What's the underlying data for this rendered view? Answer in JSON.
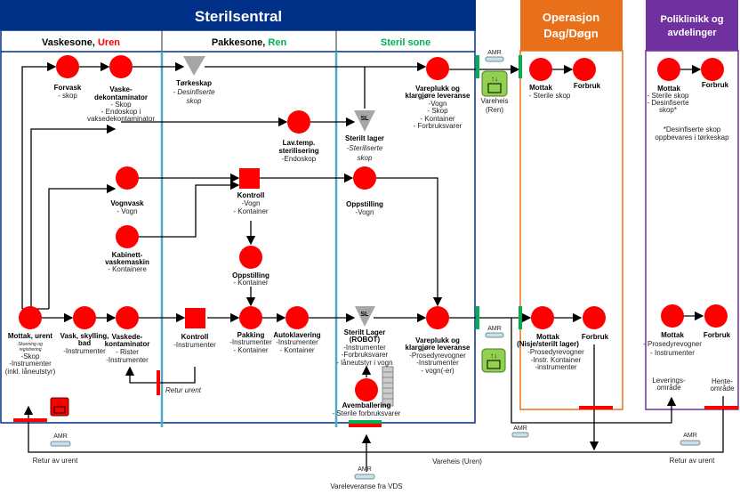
{
  "title": "Sterilsentral",
  "zones": {
    "vask": "Vaskesone, ",
    "vask_tag": "Uren",
    "pakke": "Pakkesone, ",
    "pakke_tag": "Ren",
    "steril": "Steril sone"
  },
  "operasjon": {
    "title1": "Operasjon",
    "title2": "Dag/Døgn",
    "top": {
      "mottak": "Mottak",
      "mottak_items": [
        "- Sterile skop"
      ],
      "forbruk": "Forbruk"
    },
    "bottom": {
      "mottak": "Mottak",
      "mottak_sub": "(Nisje/sterilt lager)",
      "mottak_items": [
        "-Prosedyrevogner",
        "-Instr. Kontainer",
        "-instrumenter"
      ],
      "forbruk": "Forbruk"
    }
  },
  "poliklinikk": {
    "title1": "Poliklinikk og",
    "title2": "avdelinger",
    "top": {
      "mottak": "Mottak",
      "mottak_items": [
        "- Sterile skop",
        "- Desinfiserte",
        "skop*"
      ],
      "forbruk": "Forbruk",
      "note": [
        "*Desinfiserte skop",
        "oppbevares i tørkeskap"
      ]
    },
    "bottom": {
      "mottak": "Mottak",
      "mottak_items": [
        "- Prosedyrevogner",
        "- Instrumenter"
      ],
      "forbruk": "Forbruk",
      "levering": [
        "Leverings-",
        "område"
      ],
      "hente": [
        "Hente-",
        "område"
      ]
    }
  },
  "nodes": {
    "forvask": {
      "name": "Forvask",
      "items": [
        "- skop"
      ]
    },
    "vaskedekon_top": {
      "name": [
        "Vaske-",
        "dekontaminator"
      ],
      "items": [
        "- Skop",
        "- Endoskop i",
        "vaksedekontaminator"
      ]
    },
    "torkeskap": {
      "name": "Tørkeskap",
      "items": [
        "- Desinfiserte",
        "skop"
      ]
    },
    "lavtemp": {
      "name": [
        "Lav.temp.",
        "sterilisering"
      ],
      "items": [
        "-Endoskop"
      ]
    },
    "sterilt_lager": {
      "symbol": "SL",
      "name": "Sterilt lager",
      "items": [
        "-Steriliserte",
        "skop"
      ]
    },
    "vareplukk_top": {
      "name": [
        "Vareplukk og",
        "klargjøre leveranse"
      ],
      "items": [
        "-Vogn",
        "- Skop",
        "- Kontainer",
        "- Forbruksvarer"
      ]
    },
    "vognvask": {
      "name": "Vognvask",
      "items": [
        "- Vogn"
      ]
    },
    "kontroll_top": {
      "name": "Kontroll",
      "items": [
        "-Vogn",
        "- Kontainer"
      ]
    },
    "oppstilling_steril": {
      "name": "Oppstilling",
      "items": [
        "-Vogn"
      ]
    },
    "kabinett": {
      "name": [
        "Kabinett-",
        "vaskemaskin"
      ],
      "items": [
        "- Kontainere"
      ]
    },
    "oppstilling_pakke": {
      "name": "Oppstilling",
      "items": [
        "- Kontainer"
      ]
    },
    "mottak_urent": {
      "name": "Mottak, urent",
      "sub": [
        "Skanning og",
        "registrering"
      ],
      "items": [
        "-Skop",
        "-Instrumenter",
        "(inkl. låneutstyr)"
      ]
    },
    "vask": {
      "name": [
        "Vask, skylling,",
        "bad"
      ],
      "items": [
        "-Instrumenter"
      ]
    },
    "vaskedekon_bottom": {
      "name": [
        "Vaskede-",
        "kontaminator"
      ],
      "items": [
        "- Rister",
        "-Instrumenter"
      ]
    },
    "kontroll_bottom": {
      "name": "Kontroll",
      "items": [
        "-Instrumenter"
      ]
    },
    "pakking": {
      "name": "Pakking",
      "items": [
        "-Instrumenter",
        "- Kontainer"
      ]
    },
    "autoklavering": {
      "name": "Autoklavering",
      "items": [
        "-Instrumenter",
        "- Kontainer"
      ]
    },
    "sterilt_lager_robot": {
      "symbol": "SL",
      "name": [
        "Sterilt Lager",
        "(ROBOT)"
      ],
      "items": [
        "-Instrumenter",
        "-Forbruksvarer",
        "- låneutstyr i vogn"
      ]
    },
    "vareplukk_bottom": {
      "name": [
        "Vareplukk og",
        "klargjøre leveranse"
      ],
      "items": [
        "-Prosedyrevogner",
        "-Instrumenter",
        "- vogn(-er)"
      ]
    },
    "avemballering": {
      "name": "Avemballering",
      "items": [
        "- Sterile forbruksvarer"
      ]
    }
  },
  "labels": {
    "amr": "AMR",
    "vareheis_ren": [
      "Vareheis",
      "(Ren)"
    ],
    "retur_urent": "Retur urent",
    "retur_av_urent": "Retur av urent",
    "vareheis_uren": "Vareheis (Uren)",
    "vareleveranse": "Vareleveranse fra VDS"
  },
  "colors": {
    "sterilsentral": "#003087",
    "operasjon": "#e8701a",
    "poliklinikk": "#7030a0",
    "node": "#ff0000",
    "divider": "#4bacc6",
    "uren": "#ff0000",
    "ren": "#00b050",
    "elevator_ren": "#92d050"
  }
}
